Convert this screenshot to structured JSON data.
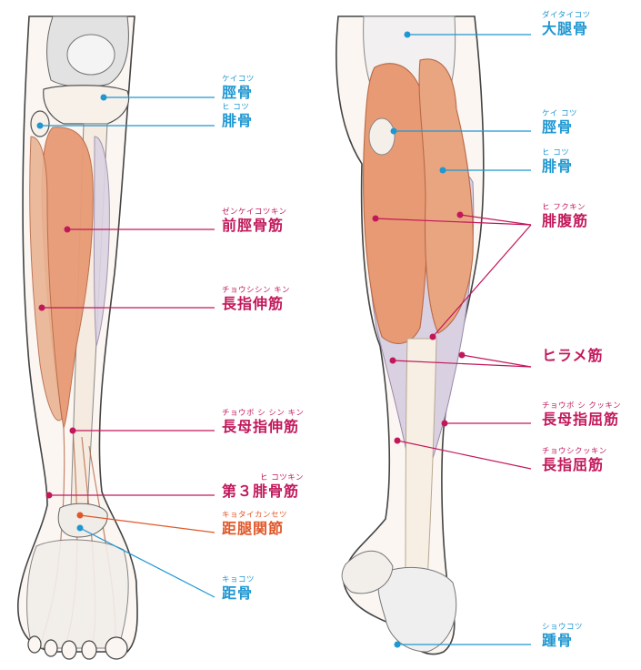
{
  "colors": {
    "bone_label": "#1f97d2",
    "muscle_label": "#c2185b",
    "joint_label": "#e0582a",
    "muscle_fill": "#e8a07a",
    "bone_fill": "#f7f1ea",
    "outline": "#444444"
  },
  "front_labels": [
    {
      "key": "tibia",
      "furigana": "ケイコツ",
      "name": "脛骨",
      "kind": "bone"
    },
    {
      "key": "fibula",
      "furigana": "ヒ コツ",
      "name": "腓骨",
      "kind": "bone"
    },
    {
      "key": "tibialis_anterior",
      "furigana": "ゼンケイコツキン",
      "name": "前脛骨筋",
      "kind": "muscle"
    },
    {
      "key": "ext_dig_longus",
      "furigana": "チョウシシン キン",
      "name": "長指伸筋",
      "kind": "muscle"
    },
    {
      "key": "ext_hal_longus",
      "furigana": "チョウボ シ シン キン",
      "name": "長母指伸筋",
      "kind": "muscle"
    },
    {
      "key": "fibularis_tertius",
      "furigana": "ヒ コツキン",
      "name": "第３腓骨筋",
      "kind": "muscle"
    },
    {
      "key": "talocrural",
      "furigana": "キョタイカンセツ",
      "name": "距腿関節",
      "kind": "joint"
    },
    {
      "key": "talus",
      "furigana": "キョコツ",
      "name": "距骨",
      "kind": "bone"
    }
  ],
  "back_labels": [
    {
      "key": "femur",
      "furigana": "ダイタイコツ",
      "name": "大腿骨",
      "kind": "bone"
    },
    {
      "key": "tibia_b",
      "furigana": "ケイ コツ",
      "name": "脛骨",
      "kind": "bone"
    },
    {
      "key": "fibula_b",
      "furigana": "ヒ コツ",
      "name": "腓骨",
      "kind": "bone"
    },
    {
      "key": "gastrocnemius",
      "furigana": "ヒ フクキン",
      "name": "腓腹筋",
      "kind": "muscle"
    },
    {
      "key": "soleus",
      "furigana": "",
      "name": "ヒラメ筋",
      "kind": "muscle"
    },
    {
      "key": "fhl",
      "furigana": "チョウボ シ クッキン",
      "name": "長母指屈筋",
      "kind": "muscle"
    },
    {
      "key": "fdl",
      "furigana": "チョウシクッキン",
      "name": "長指屈筋",
      "kind": "muscle"
    },
    {
      "key": "calcaneus",
      "furigana": "ショウコツ",
      "name": "踵骨",
      "kind": "bone"
    }
  ]
}
